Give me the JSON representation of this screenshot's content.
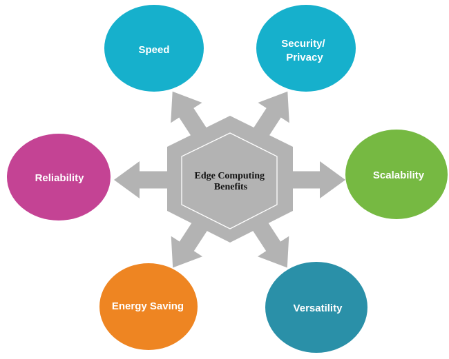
{
  "diagram": {
    "center": {
      "label_lines": [
        "Edge Computing",
        "Benefits"
      ],
      "color": "#b3b3b3",
      "border_color": "#ffffff"
    },
    "benefits": [
      {
        "id": "speed",
        "label_lines": [
          "Speed"
        ],
        "color": "#16b0cc",
        "direction": "up-left"
      },
      {
        "id": "security-privacy",
        "label_lines": [
          "Security/",
          "Privacy"
        ],
        "color": "#16b0cc",
        "direction": "up-right"
      },
      {
        "id": "reliability",
        "label_lines": [
          "Reliability"
        ],
        "color": "#c44394",
        "direction": "left"
      },
      {
        "id": "scalability",
        "label_lines": [
          "Scalability"
        ],
        "color": "#76b942",
        "direction": "right"
      },
      {
        "id": "energy-saving",
        "label_lines": [
          "Energy Saving"
        ],
        "color": "#ee8522",
        "direction": "down-left"
      },
      {
        "id": "versatility",
        "label_lines": [
          "Versatility"
        ],
        "color": "#2a90a8",
        "direction": "down-right"
      }
    ],
    "arrow_color": "#b3b3b3"
  }
}
